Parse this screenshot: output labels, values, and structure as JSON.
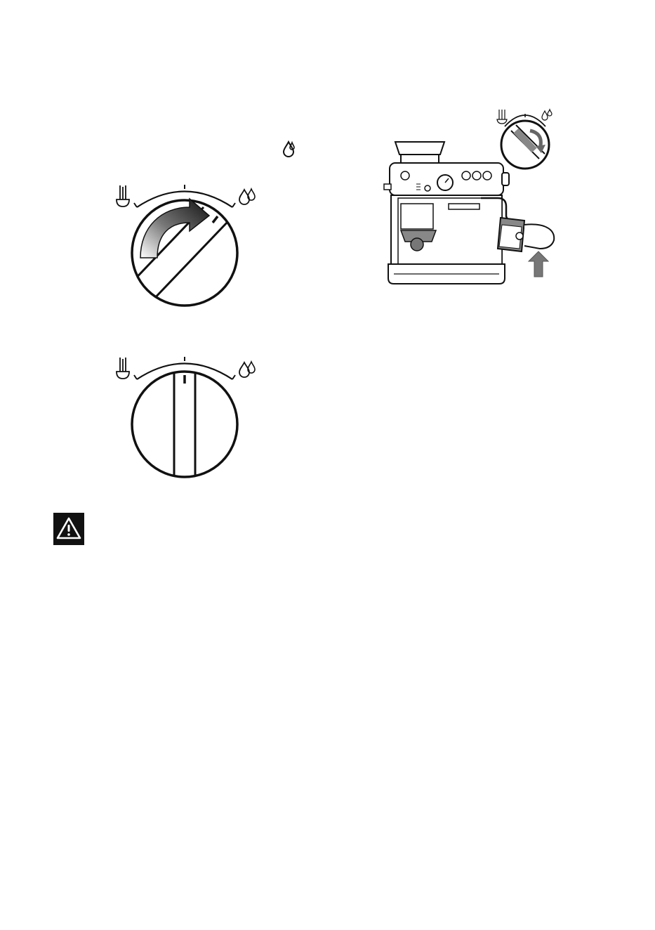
{
  "page": {
    "background": "#ffffff",
    "ink": "#111111"
  },
  "icons": {
    "small_drop": "water-drop-icon",
    "dial_top_steam": "steam-icon",
    "dial_top_water": "double-drop-icon",
    "dial_bottom_steam": "steam-icon",
    "dial_bottom_water": "double-drop-icon",
    "warning": "warning-triangle-icon"
  },
  "figures": {
    "dial_top": {
      "state": "turned toward water",
      "arrow": "clockwise"
    },
    "dial_bottom": {
      "state": "center / off"
    },
    "machine": {
      "inset_arrow": "counter-clockwise",
      "push_arrow": "up"
    }
  }
}
